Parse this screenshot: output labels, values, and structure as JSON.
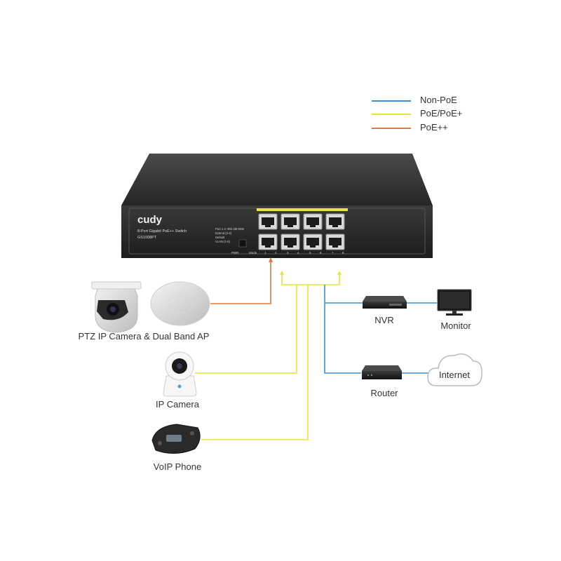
{
  "legend": [
    {
      "label": "Non-PoE",
      "color": "#3a8fd6"
    },
    {
      "label": "PoE/PoE+",
      "color": "#e6e63a"
    },
    {
      "label": "PoE++",
      "color": "#e07a3a"
    }
  ],
  "switch": {
    "brand": "cudy",
    "title": "8-Port Gigabit PoE++ Switch",
    "model": "GS1008PT",
    "panel_lines": [
      "Port 1-2: 802.3bt 60W",
      "Extend (3-4)",
      "Default",
      "VLAN (1-6)"
    ],
    "pwr_label": "PWR",
    "mode_label": "Mode",
    "port_labels": [
      "1",
      "2",
      "3",
      "4",
      "5",
      "6",
      "7",
      "8"
    ]
  },
  "devices": {
    "ptz": "PTZ IP Camera & Dual Band AP",
    "ipcam": "IP Camera",
    "voip": "VoIP Phone",
    "nvr": "NVR",
    "monitor": "Monitor",
    "router": "Router",
    "internet": "Internet"
  },
  "colors": {
    "non_poe": "#3a8fd6",
    "poe": "#e6e63a",
    "poe_pp": "#e07a3a",
    "switch_body": "#2d2d2d"
  }
}
